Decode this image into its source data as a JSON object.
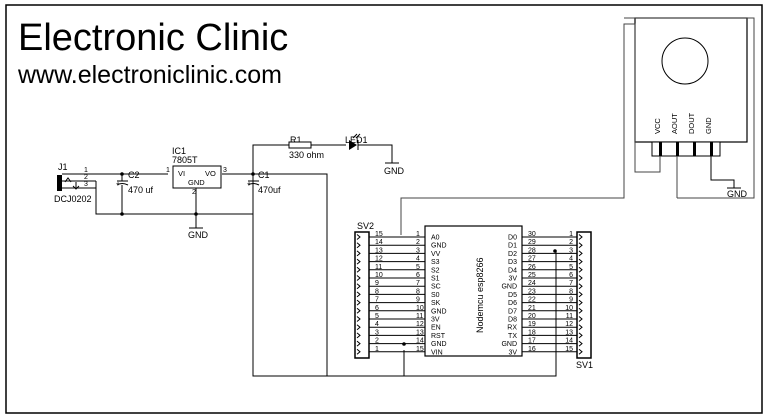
{
  "header": {
    "title": "Electronic Clinic",
    "url": "www.electroniclinic.com"
  },
  "labels": {
    "j1": "J1",
    "j1_part": "DCJ0202",
    "c2": "C2",
    "c2_val": "470 uf",
    "ic1": "IC1",
    "ic1_part": "7805T",
    "ic_vi": "VI",
    "ic_vo": "VO",
    "ic_gnd": "GND",
    "c1": "C1",
    "c1_val": "470uf",
    "r1": "R1",
    "r1_val": "330 ohm",
    "led1": "LED1",
    "gnd": "GND",
    "sv2": "SV2",
    "sv1": "SV1",
    "nodemcu": "Nodemcu esp8266"
  },
  "sensor": {
    "pins": [
      "VCC",
      "AOUT",
      "DOUT",
      "GND"
    ]
  },
  "j1_pins": [
    "1",
    "2",
    "3"
  ],
  "ic_pins": [
    "1",
    "2",
    "3"
  ],
  "nodemcu_left": {
    "names": [
      "A0",
      "GND",
      "VV",
      "S3",
      "S2",
      "S1",
      "SC",
      "S0",
      "SK",
      "GND",
      "3V",
      "EN",
      "RST",
      "GND",
      "VIN"
    ],
    "numbers": [
      "1",
      "2",
      "3",
      "4",
      "5",
      "6",
      "7",
      "8",
      "9",
      "10",
      "11",
      "12",
      "13",
      "14",
      "15"
    ],
    "sv2_numbers": [
      "15",
      "14",
      "13",
      "12",
      "11",
      "10",
      "9",
      "8",
      "7",
      "6",
      "5",
      "4",
      "3",
      "2",
      "1"
    ]
  },
  "nodemcu_right": {
    "names": [
      "D0",
      "D1",
      "D2",
      "D3",
      "D4",
      "3V",
      "GND",
      "D5",
      "D6",
      "D7",
      "D8",
      "RX",
      "TX",
      "GND",
      "3V"
    ],
    "numbers": [
      "30",
      "29",
      "28",
      "27",
      "26",
      "25",
      "24",
      "23",
      "22",
      "21",
      "20",
      "19",
      "18",
      "17",
      "16"
    ],
    "sv1_numbers": [
      "1",
      "2",
      "3",
      "4",
      "5",
      "6",
      "7",
      "8",
      "9",
      "10",
      "11",
      "12",
      "13",
      "14",
      "15"
    ]
  }
}
